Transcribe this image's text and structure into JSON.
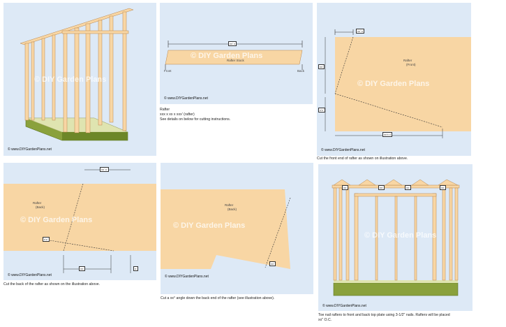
{
  "watermark": "© DIY Garden Plans",
  "credit": "© www.DIYGardenPlans.net",
  "panels": {
    "framing_3d": {
      "credit": "© www.DIYGardenPlans.net"
    },
    "rafter_blank": {
      "credit": "© www.DIYGardenPlans.net",
      "length_tag": "xx' x",
      "board_label": "Rafter Stock",
      "left_end": "Front",
      "right_end": "Back",
      "caption_lines": [
        "Rafter",
        "xxx x xx x xxx' (rafter)",
        "See details on below for cutting instructions."
      ]
    },
    "rafter_front_cut": {
      "credit": "© www.DIYGardenPlans.net",
      "board_label_1": "Rafter",
      "board_label_2": "(Front)",
      "dim_top": "xx' x",
      "dim_left_1": "xx'",
      "dim_left_2": "x'x'",
      "dim_bottom": "xx'x x",
      "caption": "Cut the front end of rafter as shown on illustration above."
    },
    "rafter_back_cut": {
      "credit": "© www.DIYGardenPlans.net",
      "board_label_1": "Rafter",
      "board_label_2": "(Back)",
      "dim_top": "xx' x'",
      "dim_left": "x'x'",
      "dim_bottom_1": "xx'",
      "dim_bottom_2": "x'",
      "caption": "Cut the back of the rafter as shown on the illustration above."
    },
    "rafter_notch": {
      "credit": "© www.DIYGardenPlans.net",
      "board_label_1": "Rafter",
      "board_label_2": "(Back)",
      "angle_tag": "xx'",
      "caption": "Cut a xx° angle down the back end of the rafter (see illustration above)."
    },
    "rafters_installed": {
      "credit": "© www.DIYGardenPlans.net",
      "top_tags": [
        "xx'",
        "xx'",
        "xx'",
        "xx'"
      ],
      "caption_lines": [
        "Toe nail rafters to front and back top plate using 3-1/2\" nails. Rafters will be placed",
        "xx\" O.C."
      ]
    }
  },
  "colors": {
    "panel_bg": "#dde9f6",
    "wood": "#f8d6a4",
    "wood_dark": "#e3b27a",
    "floor": "#8aa13c",
    "floor_dark": "#6d8728"
  }
}
